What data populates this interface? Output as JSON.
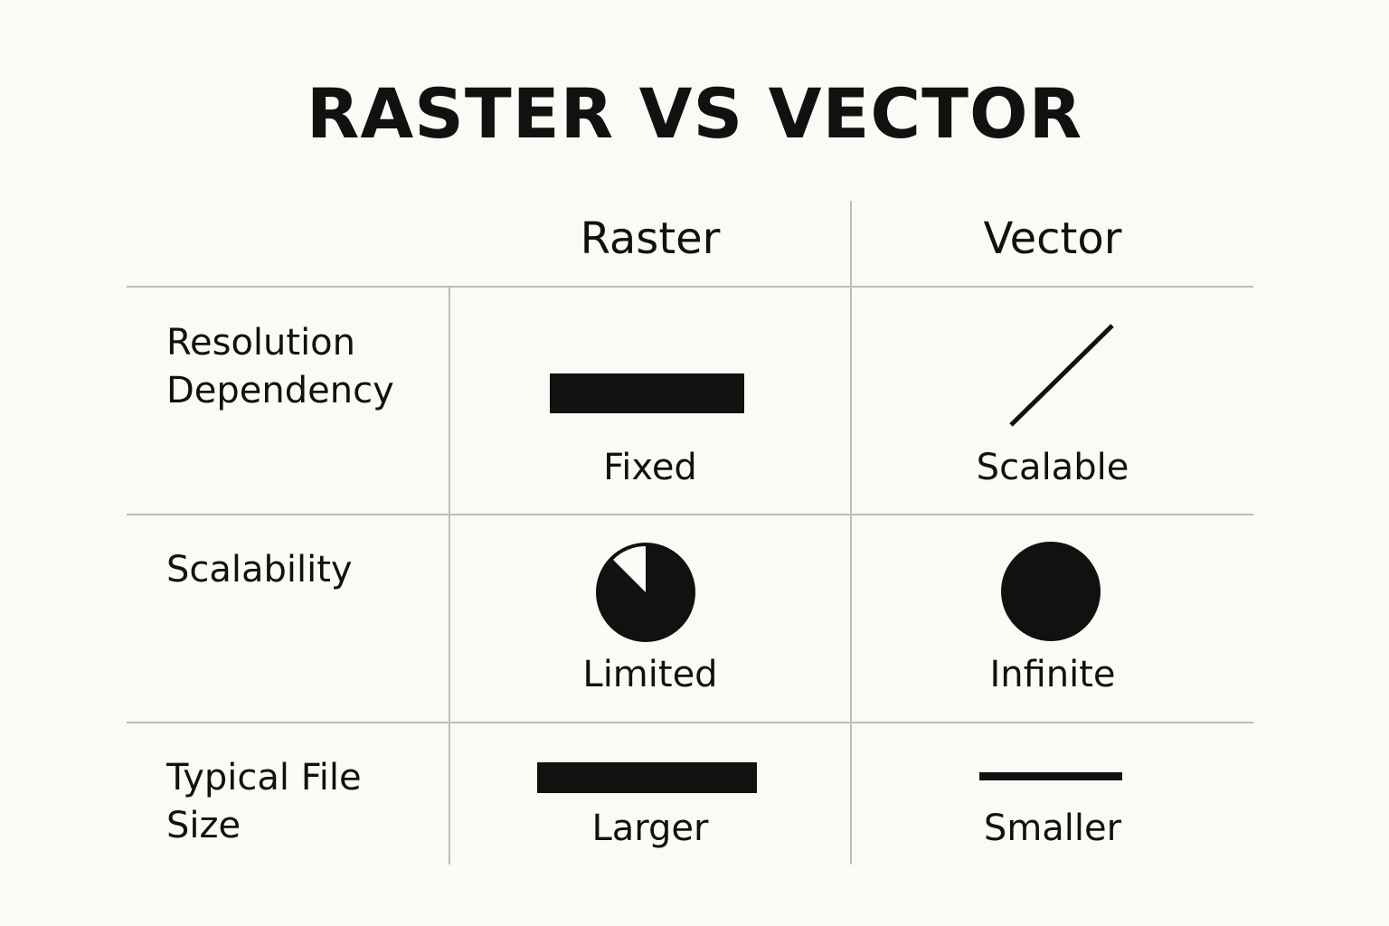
{
  "title": "RASTER VS VECTOR",
  "columns": {
    "raster": "Raster",
    "vector": "Vector"
  },
  "rows": [
    {
      "label": "Resolution Dependency",
      "raster": {
        "caption": "Fixed",
        "icon": "thick-bar-icon"
      },
      "vector": {
        "caption": "Scalable",
        "icon": "diagonal-line-icon"
      }
    },
    {
      "label": "Scalability",
      "raster": {
        "caption": "Limited",
        "icon": "partial-circle-icon",
        "fill_fraction": 0.875
      },
      "vector": {
        "caption": "Infinite",
        "icon": "full-circle-icon",
        "fill_fraction": 1.0
      }
    },
    {
      "label": "Typical File Size",
      "raster": {
        "caption": "Larger",
        "icon": "wide-bar-icon"
      },
      "vector": {
        "caption": "Smaller",
        "icon": "thin-line-icon"
      }
    }
  ],
  "colors": {
    "background": "#fbfaf5",
    "ink": "#111111",
    "rule": "#bdbdbd"
  }
}
